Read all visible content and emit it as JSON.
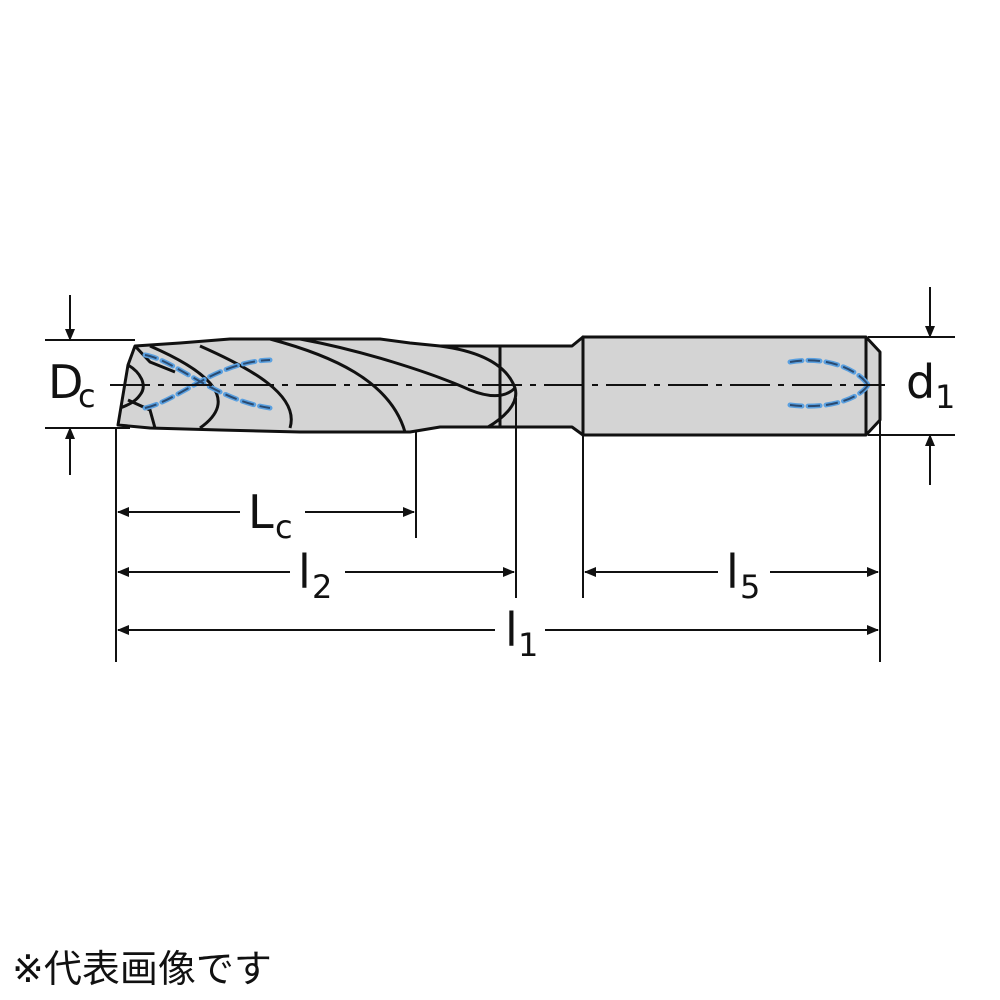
{
  "labels": {
    "dc": {
      "main": "D",
      "sub": "c"
    },
    "d1": {
      "main": "d",
      "sub": "1"
    },
    "lc": {
      "main": "L",
      "sub": "c"
    },
    "l2": {
      "main": "l",
      "sub": "2"
    },
    "l5": {
      "main": "l",
      "sub": "5"
    },
    "l1": {
      "main": "l",
      "sub": "1"
    }
  },
  "caption": "※代表画像です",
  "colors": {
    "tool_body": "#d4d4d4",
    "outline": "#111111",
    "coolant": "#5aa0e0"
  }
}
